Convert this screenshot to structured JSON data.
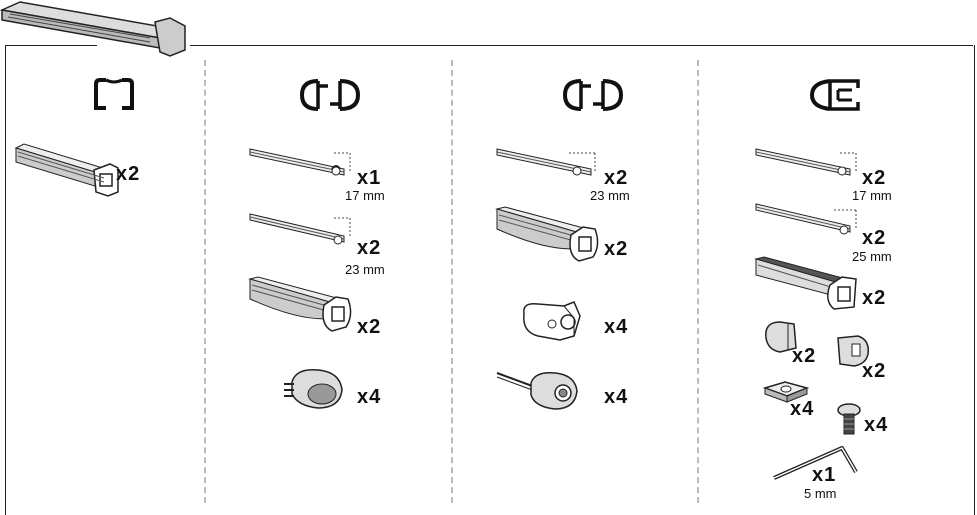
{
  "columns": [
    {
      "items": [
        {
          "qty": "x2"
        }
      ]
    },
    {
      "items": [
        {
          "qty": "x1",
          "size": "17 mm"
        },
        {
          "qty": "x2",
          "size": "23 mm"
        },
        {
          "qty": "x2"
        },
        {
          "qty": "x4"
        }
      ]
    },
    {
      "items": [
        {
          "qty": "x2",
          "size": "23 mm"
        },
        {
          "qty": "x2"
        },
        {
          "qty": "x4"
        },
        {
          "qty": "x4"
        }
      ]
    },
    {
      "items": [
        {
          "qty": "x2",
          "size": "17 mm"
        },
        {
          "qty": "x2",
          "size": "25 mm"
        },
        {
          "qty": "x2"
        },
        {
          "qty": "x2"
        },
        {
          "qty": "x2"
        },
        {
          "qty": "x4"
        },
        {
          "qty": "x4"
        },
        {
          "qty": "x1",
          "size": "5 mm"
        }
      ]
    }
  ]
}
